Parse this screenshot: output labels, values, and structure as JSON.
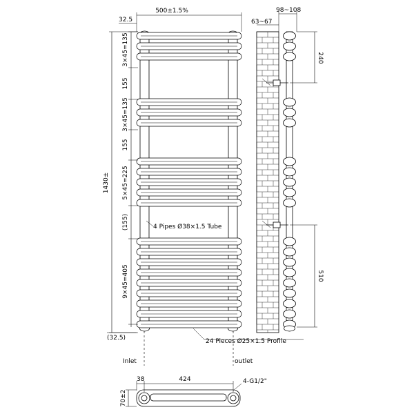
{
  "dimensions": {
    "overall_width": "500±1.5%",
    "offset_top": "32.5",
    "wall_gap": "63~67",
    "depth": "98~108",
    "bracket_top": "240",
    "bracket_bottom": "510",
    "overall_height": "1430±",
    "group1": "3×45=135",
    "gap1": "155",
    "group2": "3×45=135",
    "gap2": "155",
    "group3": "5×45=225",
    "gap3": "(155)",
    "group4": "9×45=405",
    "offset_bottom": "(32.5)",
    "base_left": "38",
    "base_center": "424",
    "base_depth": "70±2"
  },
  "labels": {
    "pipes": "4 Pipes Ø38×1.5 Tube",
    "profile": "24 Pieces Ø25×1.5 Profile",
    "inlet": "Inlet",
    "outlet": "outlet",
    "connection": "4-G1/2\""
  }
}
